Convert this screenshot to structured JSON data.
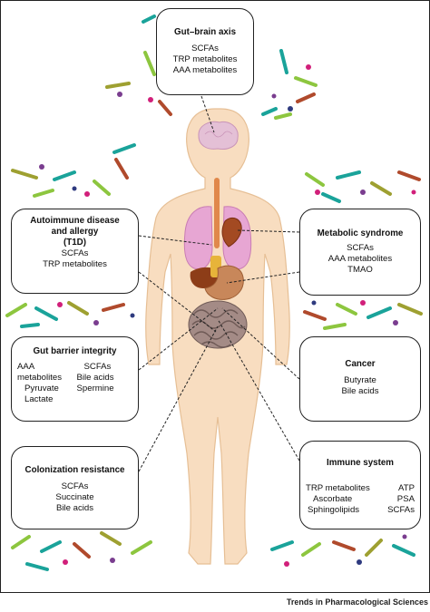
{
  "boxes": {
    "gut_brain": {
      "title": "Gut–brain axis",
      "items": [
        "SCFAs",
        "TRP metabolites",
        "AAA metabolites"
      ]
    },
    "autoimmune": {
      "title_lines": [
        "Autoimmune disease",
        "and allergy",
        "(T1D)"
      ],
      "items": [
        "SCFAs",
        "TRP metabolites"
      ]
    },
    "metabolic": {
      "title": "Metabolic syndrome",
      "items": [
        "SCFAs",
        "AAA metabolites",
        "TMAO"
      ]
    },
    "gut_barrier": {
      "title": "Gut barrier integrity",
      "left": [
        "AAA metabolites",
        "Pyruvate",
        "Lactate"
      ],
      "right": [
        "SCFAs",
        "Bile acids",
        "Spermine"
      ]
    },
    "cancer": {
      "title": "Cancer",
      "items": [
        "Butyrate",
        "Bile acids"
      ]
    },
    "colonization": {
      "title": "Colonization resistance",
      "items": [
        "SCFAs",
        "Succinate",
        "Bile acids"
      ]
    },
    "immune": {
      "title": "Immune system",
      "left": [
        "TRP metabolites",
        "Ascorbate",
        "Sphingolipids"
      ],
      "right": [
        "ATP",
        "PSA",
        "SCFAs"
      ]
    }
  },
  "credit": "Trends in Pharmacological Sciences",
  "colors": {
    "skin": "#f8ddc0",
    "skin_outline": "#e6bf95",
    "lung": "#e7a6d3",
    "heart": "#a34a22",
    "stomach": "#c8875a",
    "liver": "#8d3d18",
    "intestine": "#8f7a76",
    "esophagus": "#e0884b",
    "microbe_green": "#8dc63f",
    "microbe_teal": "#1aa39a",
    "microbe_brown": "#b04a2c",
    "microbe_olive": "#9ea031",
    "microbe_purple": "#7a3d8f",
    "microbe_magenta": "#d11f7a",
    "microbe_navy": "#2e3a7f"
  }
}
